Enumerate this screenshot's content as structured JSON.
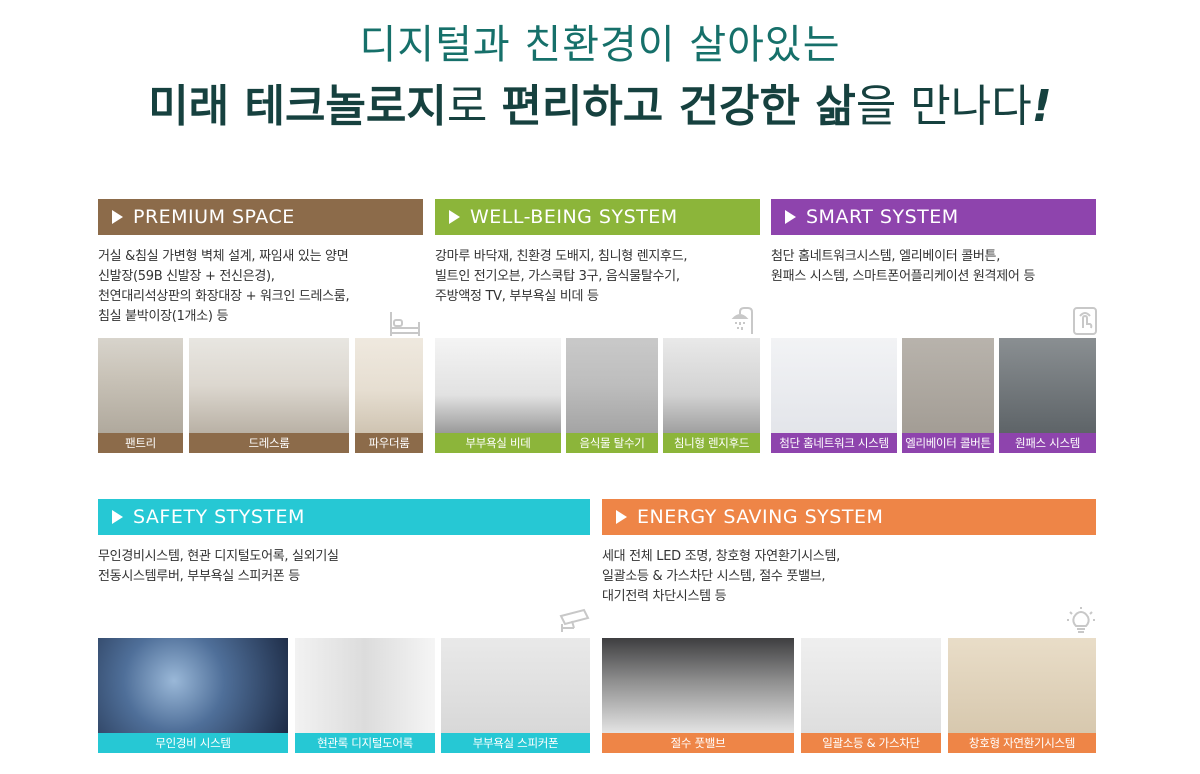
{
  "headline": {
    "line1": "디지털과 친환경이 살아있는",
    "line2_parts": [
      "미래 테크놀로지",
      "로 ",
      "편리하고 건강한 삶",
      "을 만나다",
      "!"
    ]
  },
  "colors": {
    "premium": "#8c6b4a",
    "wellbeing": "#8cb53a",
    "smart": "#8e44ad",
    "safety": "#26c8d4",
    "energy": "#ee8547",
    "headline_line1": "#16706a",
    "headline_line2": "#16413f"
  },
  "sections": {
    "premium": {
      "title": "PREMIUM SPACE",
      "desc": [
        "거실 &침실 가변형 벽체 설계, 짜임새 있는 양면",
        "신발장(59B 신발장 + 전신은경),",
        "천연대리석상판의 화장대장 + 워크인 드레스룸,",
        "침실 붙박이장(1개소) 등"
      ],
      "icon": "bed-icon",
      "photos": [
        "팬트리",
        "드레스룸",
        "파우더룸"
      ]
    },
    "wellbeing": {
      "title": "WELL-BEING SYSTEM",
      "desc": [
        "강마루 바닥재, 친환경 도배지, 침니형 렌지후드,",
        "빌트인 전기오븐, 가스쿡탑 3구, 음식물탈수기,",
        "주방액정 TV, 부부욕실 비데 등"
      ],
      "icon": "shower-icon",
      "photos": [
        "부부욕실 비데",
        "음식물 탈수기",
        "침니형 렌지후드"
      ]
    },
    "smart": {
      "title": "SMART SYSTEM",
      "desc": [
        "첨단 홈네트워크시스템, 엘리베이터 콜버튼,",
        "원패스 시스템, 스마트폰어플리케이션 원격제어 등"
      ],
      "icon": "touch-pad-icon",
      "photos": [
        "첨단 홈네트워크 시스템",
        "엘리베이터 콜버튼",
        "원패스 시스템"
      ]
    },
    "safety": {
      "title": "SAFETY STYSTEM",
      "desc": [
        "무인경비시스템, 현관 디지털도어록, 실외기실",
        "전동시스템루버, 부부욕실 스피커폰 등"
      ],
      "icon": "cctv-camera-icon",
      "photos": [
        "무인경비 시스템",
        "현관록 디지털도어록",
        "부부욕실 스피커폰"
      ]
    },
    "energy": {
      "title": "ENERGY SAVING SYSTEM",
      "desc": [
        "세대 전체 LED 조명, 창호형 자연환기시스템,",
        "일괄소등 & 가스차단 시스템, 절수 풋밸브,",
        "대기전력 차단시스템 등"
      ],
      "icon": "lightbulb-icon",
      "photos": [
        "절수 풋밸브",
        "일괄소등 & 가스차단",
        "창호형 자연환기시스템"
      ]
    }
  }
}
